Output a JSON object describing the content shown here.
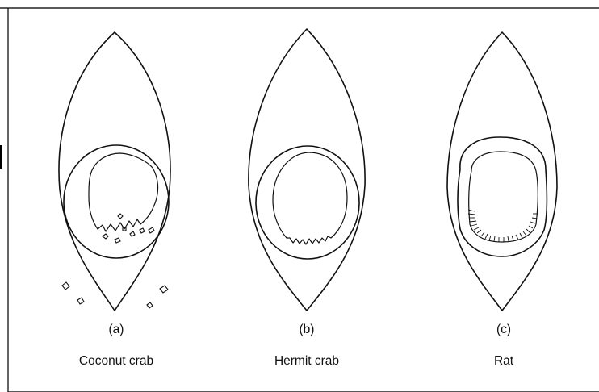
{
  "figure": {
    "panels": [
      {
        "id": "a",
        "letter": "(a)",
        "caption": "Coconut crab"
      },
      {
        "id": "b",
        "letter": "(b)",
        "caption": "Hermit crab"
      },
      {
        "id": "c",
        "letter": "(c)",
        "caption": "Rat"
      }
    ]
  }
}
